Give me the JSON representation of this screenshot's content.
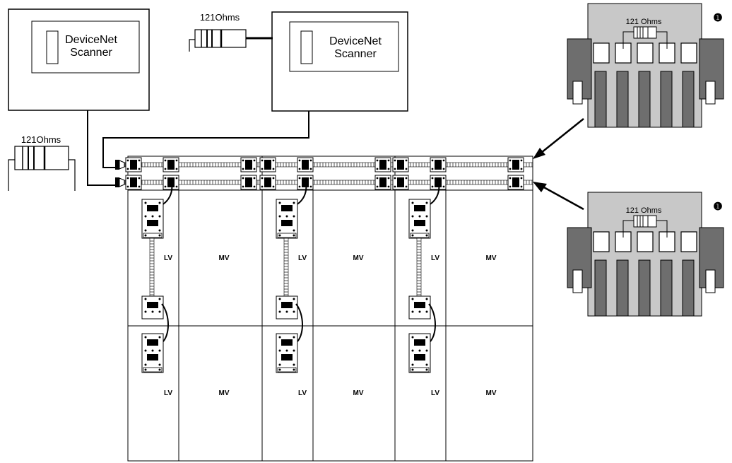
{
  "scanners": [
    {
      "line1": "DeviceNet",
      "line2": "Scanner"
    },
    {
      "line1": "DeviceNet",
      "line2": "Scanner"
    }
  ],
  "resistors": {
    "top": "121Ohms",
    "left": "121Ohms"
  },
  "connectors": [
    {
      "label": "121 Ohms",
      "note": "❶"
    },
    {
      "label": "121 Ohms",
      "note": "❶"
    }
  ],
  "sections": [
    {
      "cells": [
        "LV",
        "MV",
        "LV",
        "MV"
      ]
    },
    {
      "cells": [
        "LV",
        "MV",
        "LV",
        "MV"
      ]
    },
    {
      "cells": [
        "LV",
        "MV",
        "LV",
        "MV"
      ]
    }
  ],
  "colors": {
    "line": "#000000",
    "plug_body": "#c8c8c8",
    "plug_dark": "#6e6e6e",
    "cable": "#9a9a9a"
  }
}
